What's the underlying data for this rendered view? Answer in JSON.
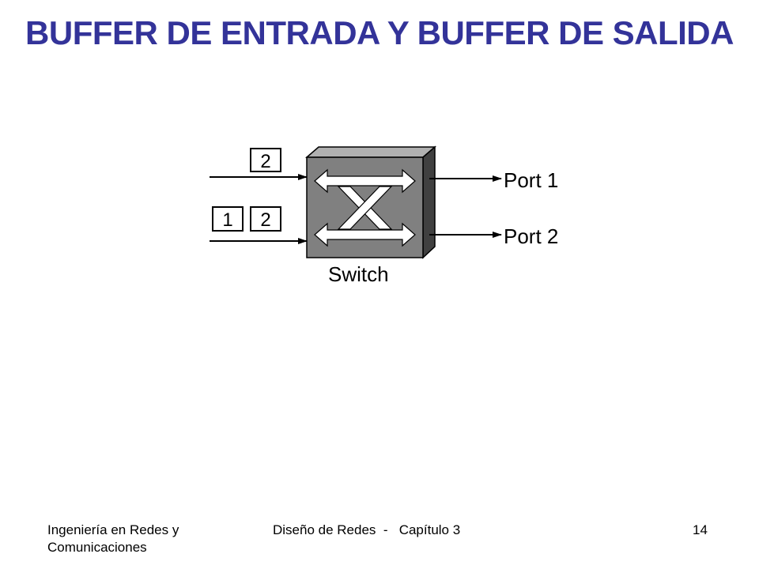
{
  "slide": {
    "title": "BUFFER DE ENTRADA Y BUFFER DE SALIDA"
  },
  "diagram": {
    "switch_label": "Switch",
    "input_1_packets": [
      "2"
    ],
    "input_2_packets": [
      "1",
      "2"
    ],
    "port_1_label": "Port 1",
    "port_2_label": "Port 2",
    "colors": {
      "switch_front": "#808080",
      "switch_top": "#b0b0b0",
      "switch_side": "#404040",
      "arrows": "#ffffff",
      "lines": "#000000"
    }
  },
  "footer": {
    "left": "Ingeniería en Redes y Comunicaciones",
    "center": "Diseño de Redes  -   Capítulo 3",
    "page_number": "14"
  }
}
